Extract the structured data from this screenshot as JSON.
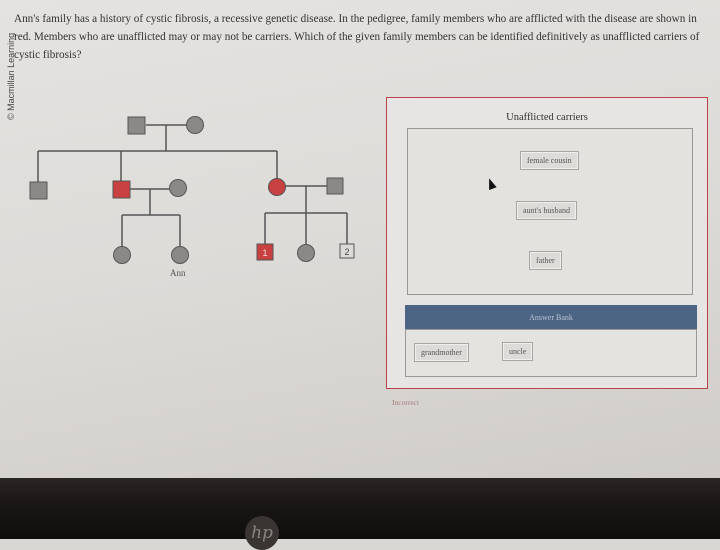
{
  "copyright": "© Macmillan Learning",
  "question": "Ann's family has a history of cystic fibrosis, a recessive genetic disease. In the pedigree, family members who are afflicted with the disease are shown in red. Members who are unafflicted may or may not be carriers. Which of the given family members can be identified definitively as unafflicted carriers of cystic fibrosis?",
  "pedigree": {
    "ann_label": "Ann",
    "child_labels": [
      "1",
      "2"
    ],
    "colors": {
      "afflicted": "#c94040",
      "unafflicted": "#8a8987",
      "line": "#555555"
    }
  },
  "panel": {
    "title": "Unafflicted carriers",
    "placed": [
      "female cousin",
      "aunt's husband",
      "father"
    ],
    "bank_title": "Answer Bank",
    "bank": [
      "grandmother",
      "uncle"
    ]
  },
  "feedback": "Incorrect",
  "brand": "hp"
}
